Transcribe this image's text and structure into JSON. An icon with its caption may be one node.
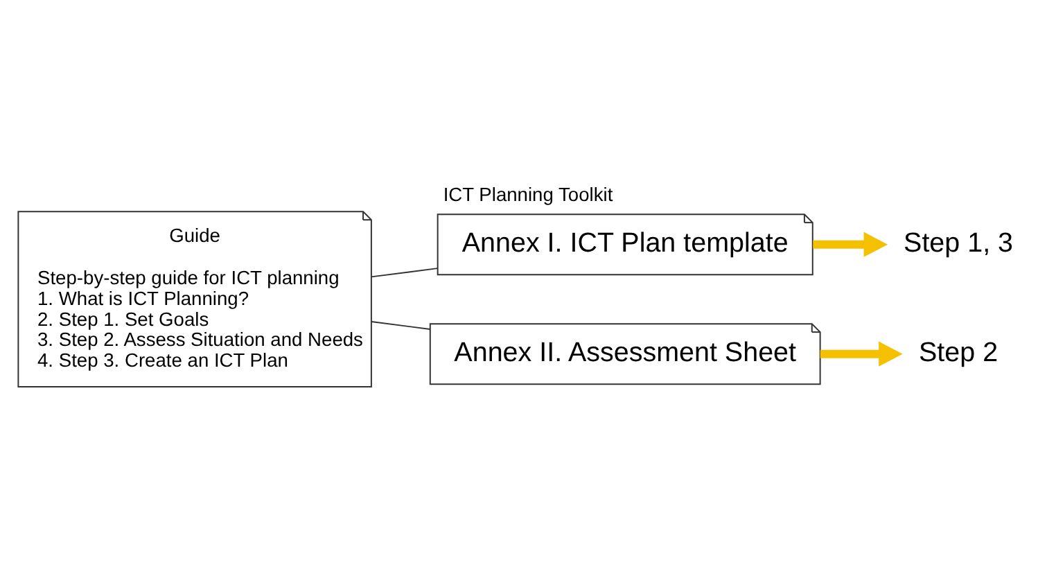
{
  "diagram": {
    "title": "ICT Planning Toolkit",
    "nodes": [
      {
        "text": [
          "Guide",
          "Step-by-step guide for ICT planning",
          "1. What is ICT Planning?",
          "2. Step 1. Set Goals",
          "3. Step 2. Assess Situation and Needs",
          "4. Step 3. Create an ICT Plan"
        ]
      },
      {
        "text": [
          "Annex I. ICT Plan template"
        ]
      },
      {
        "text": [
          "Annex II. Assessment Sheet"
        ]
      },
      {
        "text": [
          "Step 1, 3"
        ]
      },
      {
        "text": [
          "Step 2"
        ]
      }
    ],
    "edges": [
      {
        "from": 0,
        "to": 1,
        "arrow": "none"
      },
      {
        "from": 0,
        "to": 2,
        "arrow": "none"
      },
      {
        "from": 1,
        "to": 3,
        "arrow": "to",
        "style": "thick",
        "color": "#f5c000"
      },
      {
        "from": 2,
        "to": 4,
        "arrow": "to",
        "style": "thick",
        "color": "#f5c000"
      }
    ]
  }
}
